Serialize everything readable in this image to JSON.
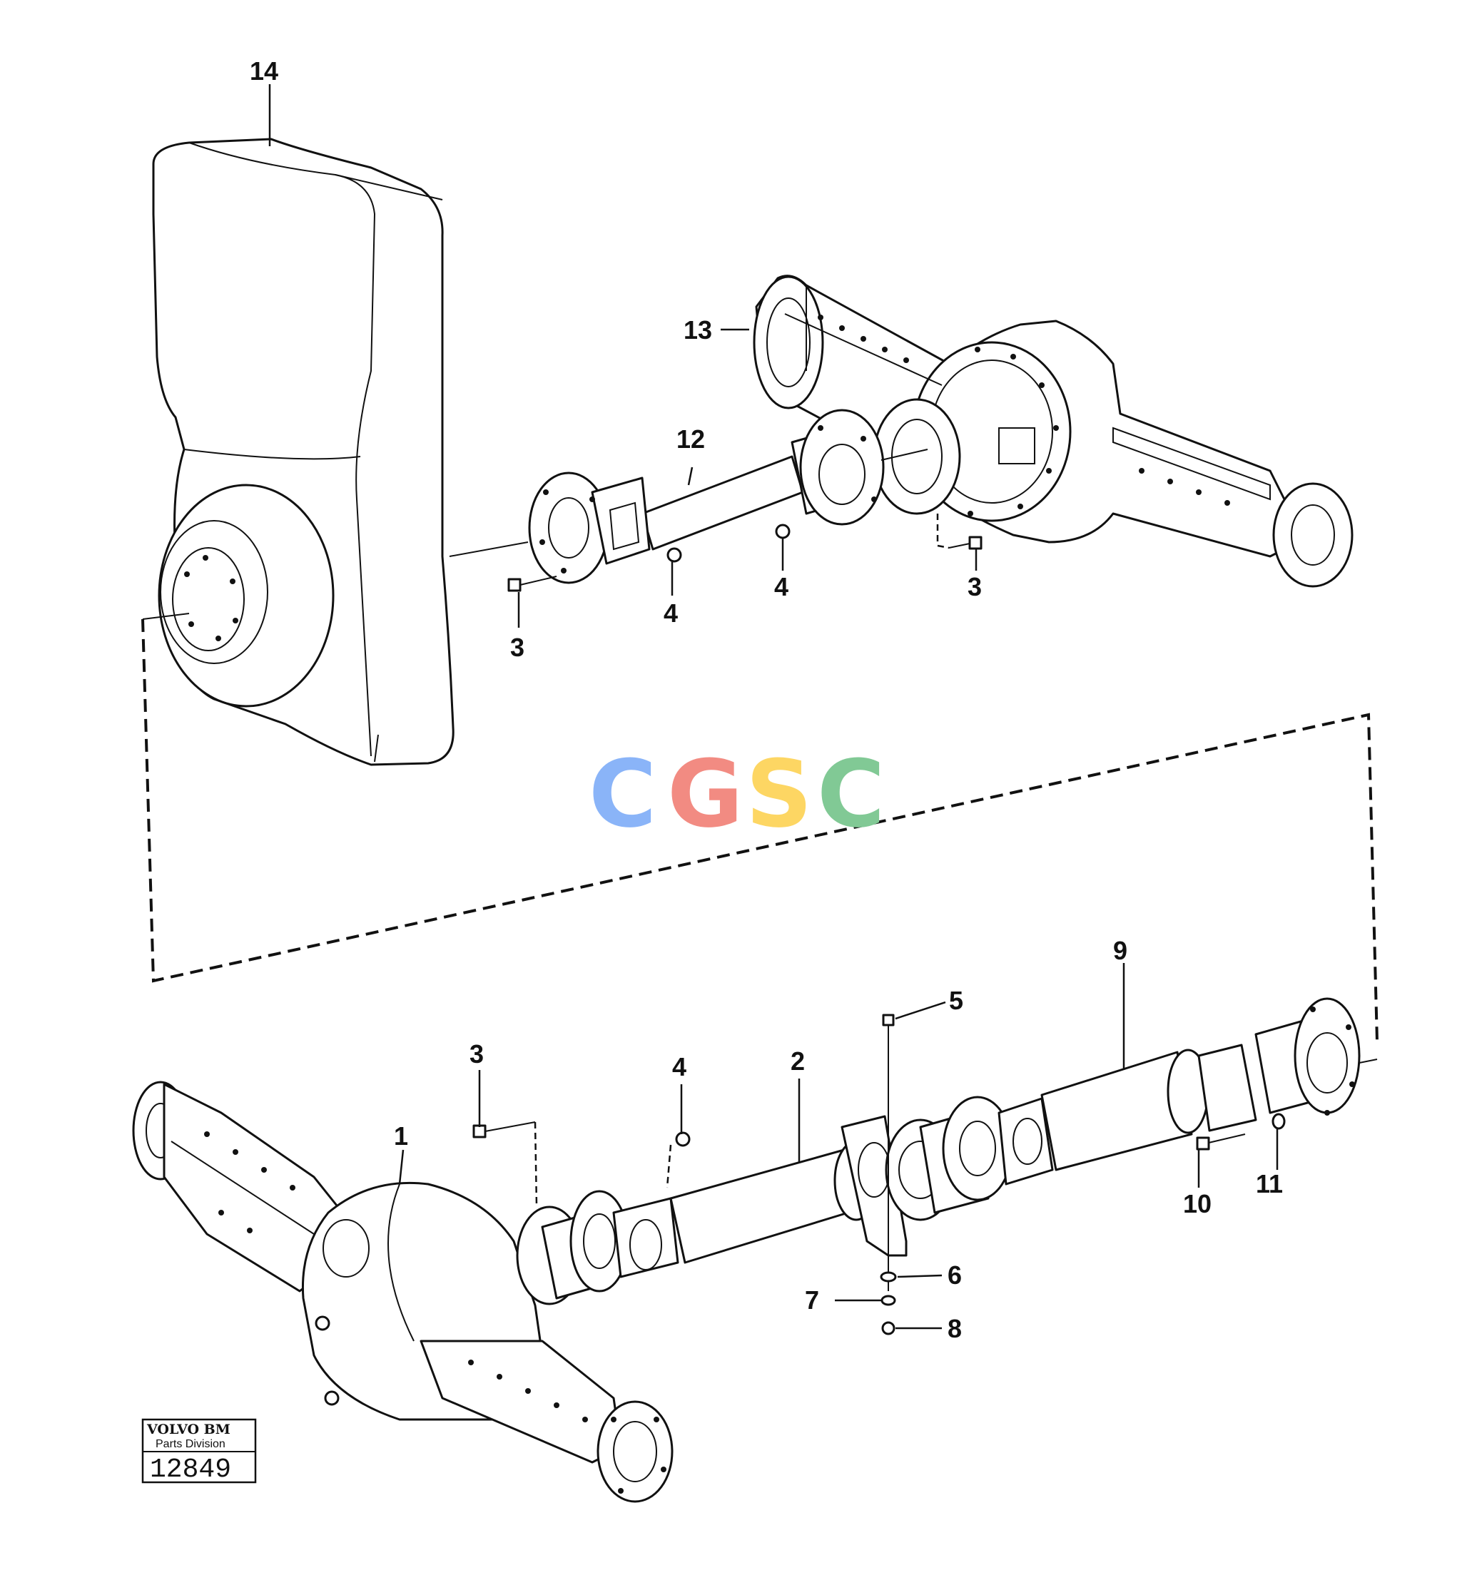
{
  "callouts": {
    "c1": "1",
    "c2": "2",
    "c3_top_left": "3",
    "c3_top_right": "3",
    "c3_bottom": "3",
    "c4_top_left": "4",
    "c4_top_right": "4",
    "c4_bottom": "4",
    "c5": "5",
    "c6": "6",
    "c7": "7",
    "c8": "8",
    "c9": "9",
    "c10": "10",
    "c11": "11",
    "c12": "12",
    "c13": "13",
    "c14": "14"
  },
  "watermark": {
    "letters": [
      "C",
      "G",
      "S",
      "C"
    ],
    "colors": [
      "#8AB4F8",
      "#F28B82",
      "#FDD663",
      "#81C995"
    ]
  },
  "stamp": {
    "brand": "VOLVO BM",
    "division": "Parts Division",
    "number": "12849"
  }
}
